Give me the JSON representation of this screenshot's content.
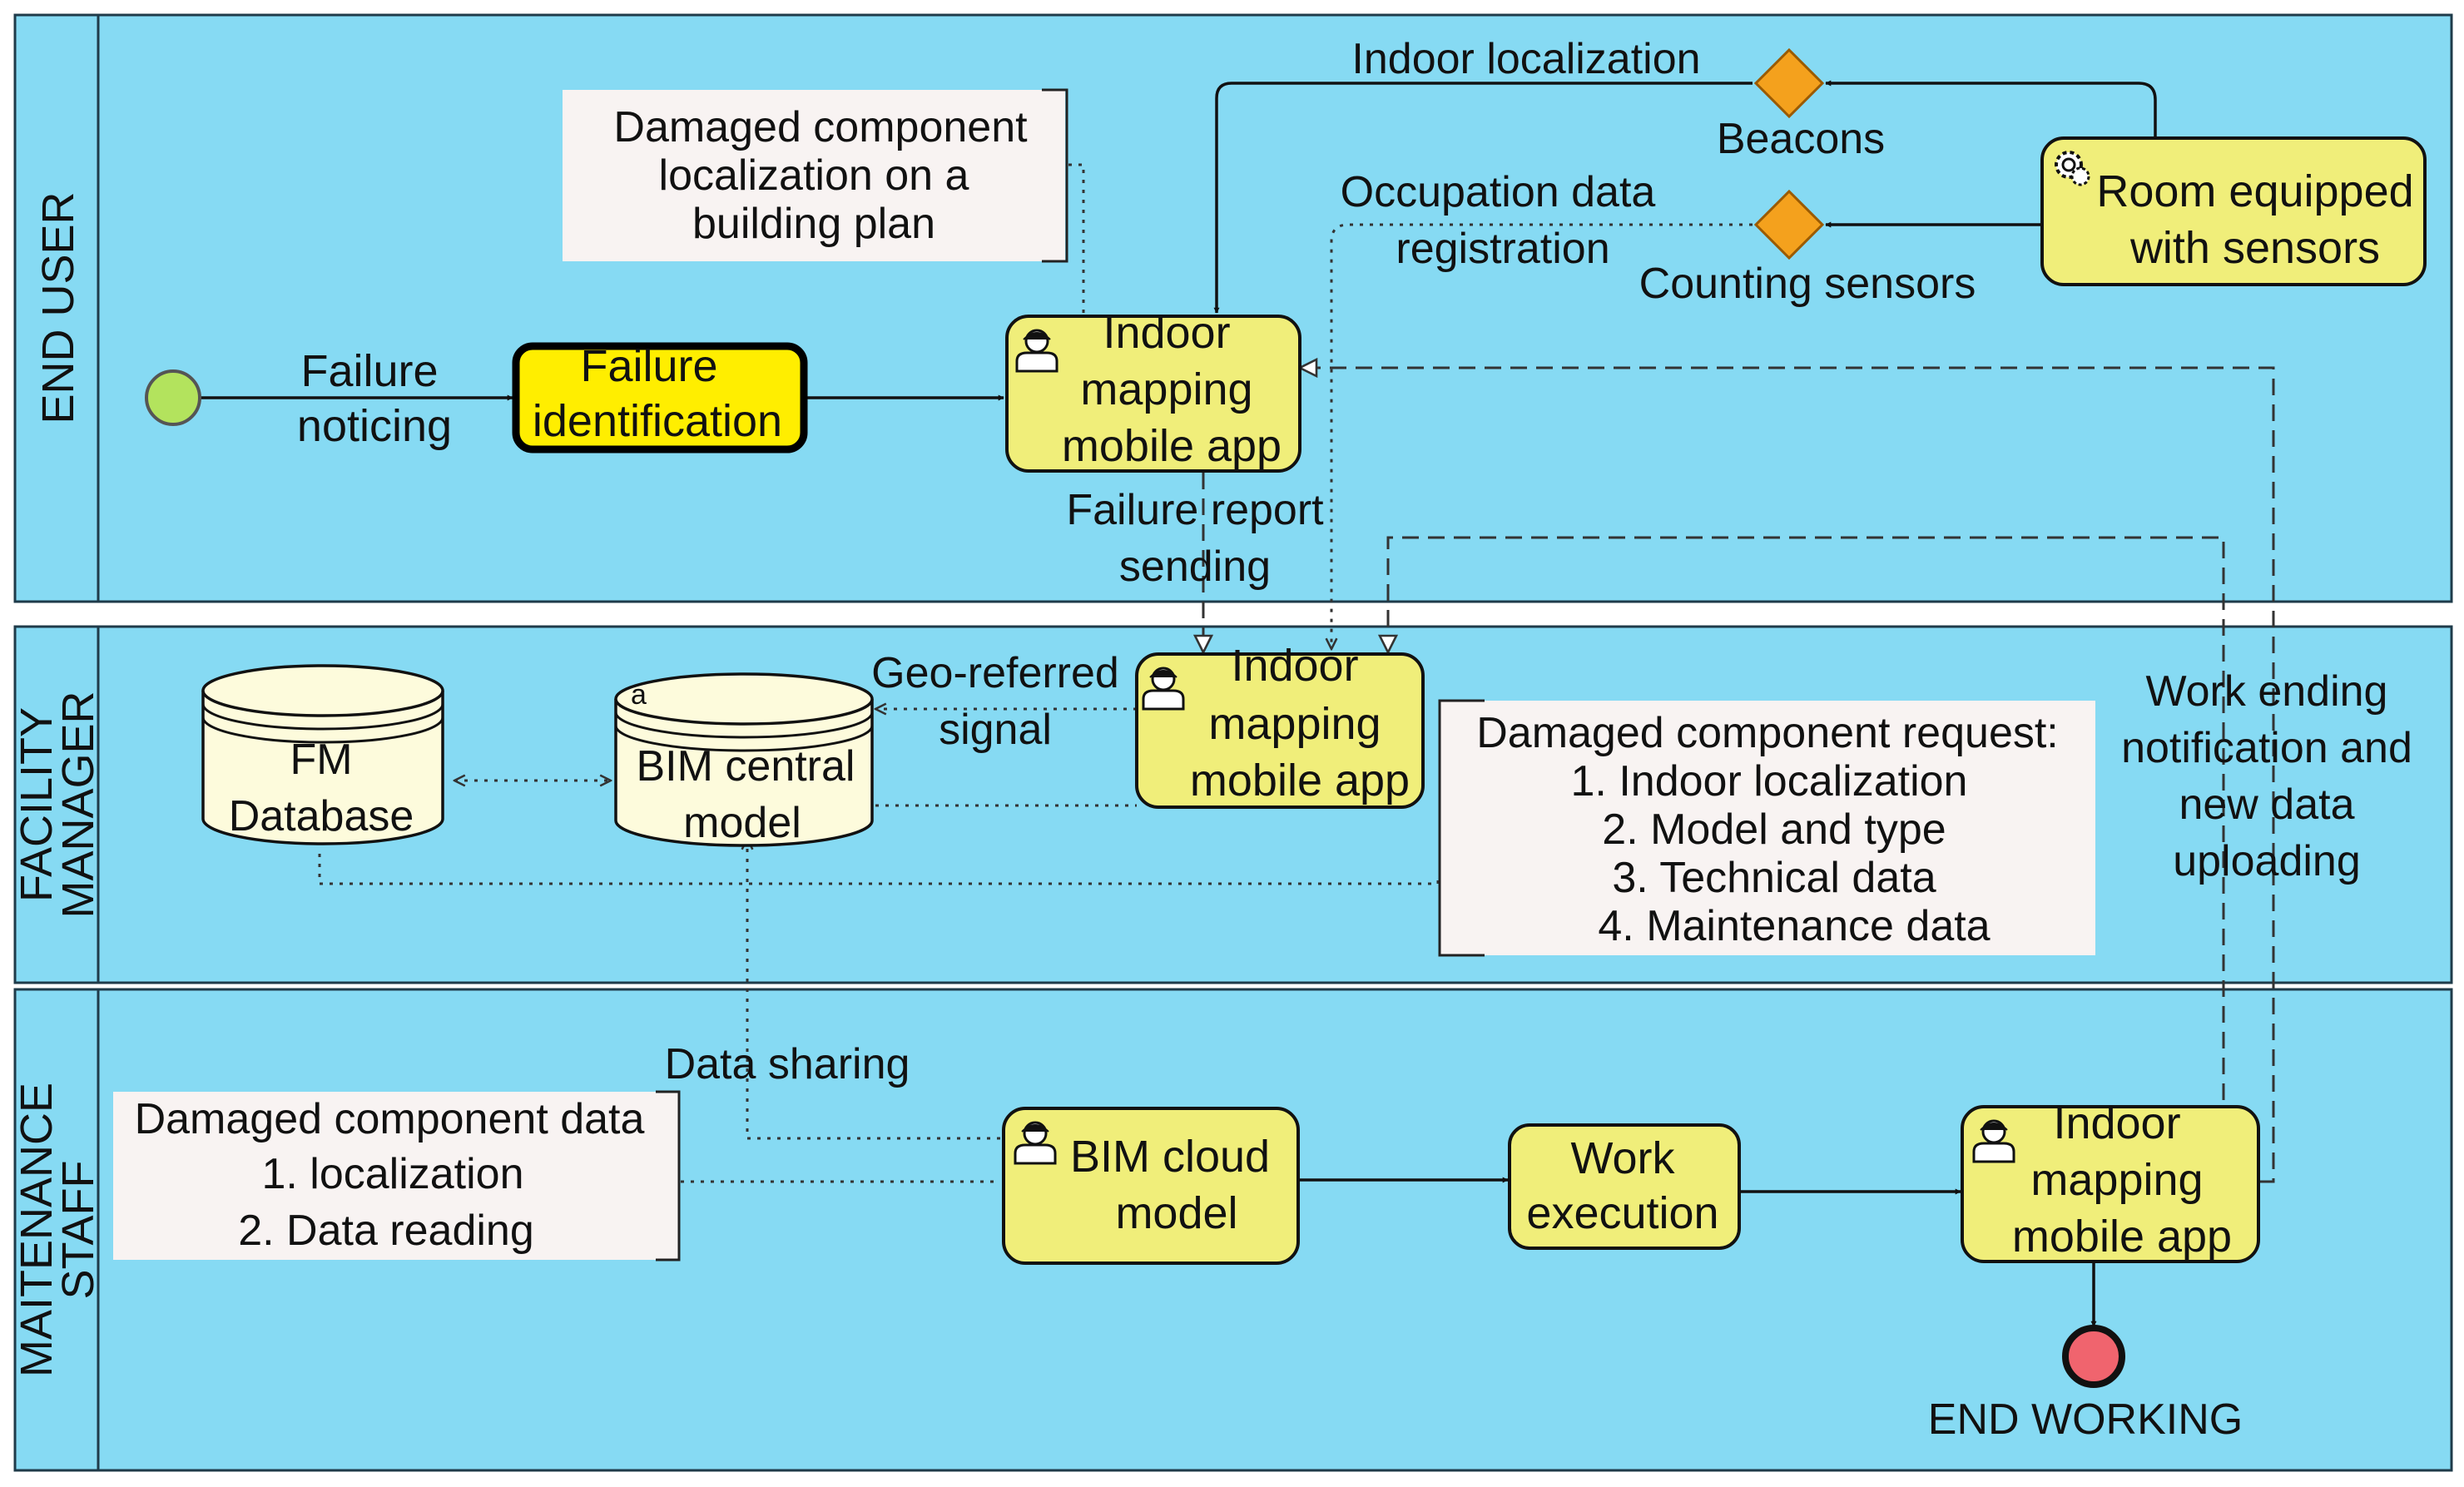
{
  "lanes": {
    "end_user": "END USER",
    "facility_manager": [
      "FACILITY",
      "MANAGER"
    ],
    "maintenance_staff": [
      "MAITENANCE",
      "STAFF"
    ]
  },
  "tasks": {
    "failure_identification": [
      "Failure",
      "identification"
    ],
    "eu_indoor_app": [
      "Indoor",
      "mapping",
      "mobile app"
    ],
    "room_sensors": [
      "Room equipped",
      "with sensors"
    ],
    "fm_indoor_app": [
      "Indoor",
      "mapping",
      "mobile app"
    ],
    "bim_cloud": [
      "BIM cloud",
      "model"
    ],
    "work_execution": [
      "Work",
      "execution"
    ],
    "ms_indoor_app": [
      "Indoor",
      "mapping",
      "mobile app"
    ]
  },
  "gateways": {
    "beacons": "Beacons",
    "counting_sensors": "Counting sensors"
  },
  "data_stores": {
    "fm_database": [
      "FM",
      "Database"
    ],
    "bim_central": [
      "BIM central",
      "model"
    ],
    "bim_central_marker": "a"
  },
  "edge_labels": {
    "failure_noticing": [
      "Failure",
      "noticing"
    ],
    "indoor_localization": "Indoor localization",
    "occupation": [
      "Occupation data",
      "registration"
    ],
    "failure_report": [
      "Failure report",
      "sending"
    ],
    "geo_referred": [
      "Geo-referred",
      "signal"
    ],
    "data_sharing": "Data sharing",
    "work_ending": [
      "Work ending",
      "notification and",
      "new data",
      "uploading"
    ]
  },
  "annotations": {
    "damaged_localization": [
      "Damaged component",
      "localization on a",
      "building plan"
    ],
    "damaged_request": [
      "Damaged component request:",
      "1. Indoor localization",
      "2. Model and type",
      "3. Technical data",
      "4. Maintenance data"
    ],
    "damaged_data": [
      "Damaged component data",
      "1. localization",
      "2. Data reading"
    ]
  },
  "end_event": "END WORKING",
  "colors": {
    "lane_fill": "#86daf3",
    "task_fill": "#f0ee7a",
    "highlight_task_fill": "#ffee00",
    "gateway_fill": "#f4a11d",
    "start_event": "#b3e35d",
    "end_event": "#f0646e",
    "data_store_fill": "#fdfbdc"
  }
}
